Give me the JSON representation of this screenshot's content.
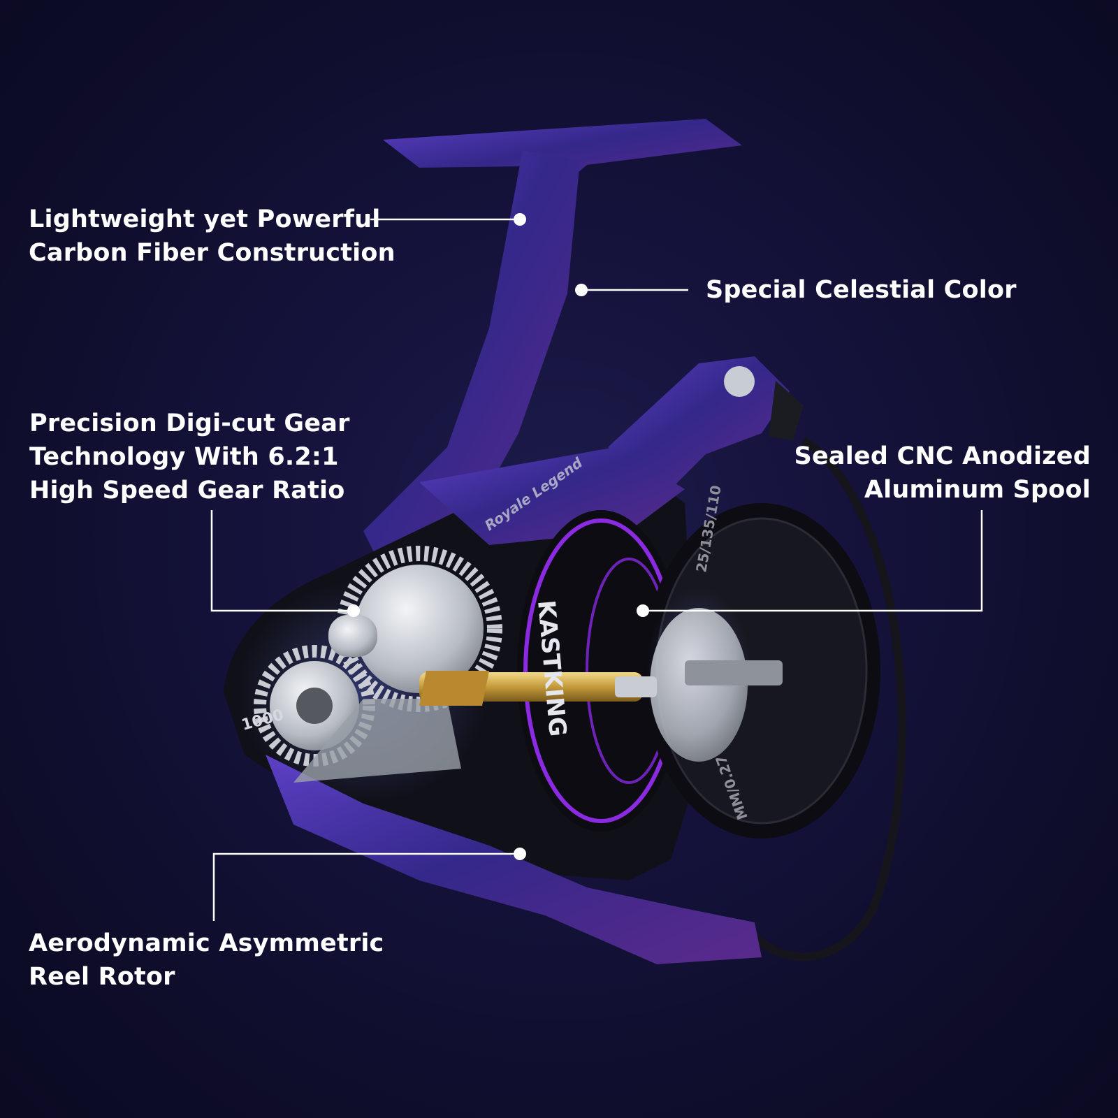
{
  "features": {
    "carbon_fiber": "Lightweight yet Powerful\nCarbon Fiber Construction",
    "celestial_color": "Special Celestial Color",
    "gear": "Precision Digi-cut Gear\nTechnology With 6.2:1\nHigh Speed Gear Ratio",
    "spool": "Sealed CNC Anodized\nAluminum Spool",
    "rotor": "Aerodynamic Asymmetric\nReel Rotor"
  },
  "reel_markings": {
    "brand": "KASTKING",
    "model_script": "Royale Legend",
    "size": "1000",
    "spool_capacity": "MM/0.27",
    "spool_size": "25/135/110"
  },
  "colors": {
    "background": "#0e0d2a",
    "reel_body": "#3b2d8f",
    "accent_purple": "#8a2be2",
    "callout": "#ffffff",
    "gear_silver": "#c9ccd2",
    "shaft_gold": "#c9a24a"
  }
}
